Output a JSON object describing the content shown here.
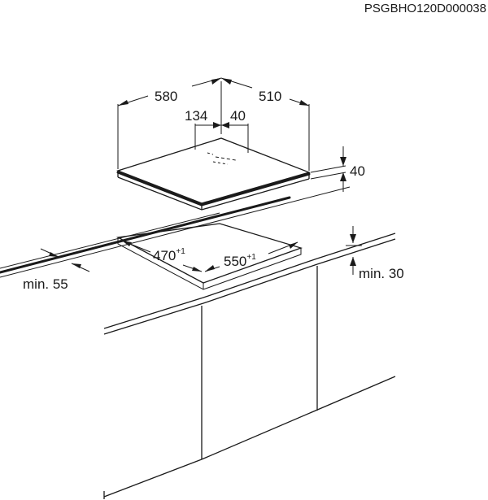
{
  "code": "PSGBHO120D000038",
  "dimensions": {
    "hob_depth": "580",
    "hob_width": "510",
    "offset_left": "134",
    "offset_right": "40",
    "hob_height": "40",
    "cutout_depth": "470",
    "cutout_depth_tol": "+1",
    "cutout_width": "550",
    "cutout_width_tol": "+1",
    "min_front": "min. 55",
    "min_wall": "min. 30"
  }
}
